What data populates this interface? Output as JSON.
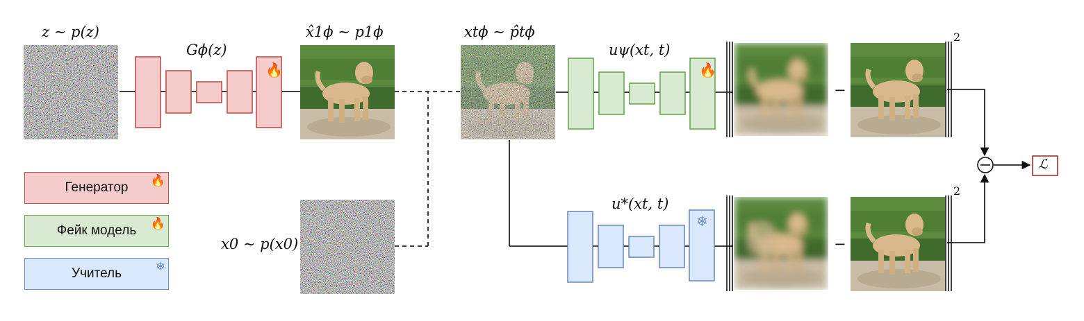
{
  "labels": {
    "z_prior": "z ∼ p(z)",
    "generator_fn": "Gϕ(z)",
    "generated_sample": "x̂1ϕ ∼ p1ϕ",
    "noisy_sample": "xtϕ ∼ p̂tϕ",
    "fake_model_fn": "uψ(xt, t)",
    "teacher_fn": "u*(xt, t)",
    "x0_prior": "x0 ∼ p(x0)",
    "minus_top": "−",
    "minus_bottom": "−",
    "exponent_top": "2",
    "exponent_bottom": "2",
    "loss": "ℒ"
  },
  "legend": [
    {
      "label": "Генератор",
      "icon": "fire-icon",
      "fill": "#f4cccc",
      "border": "#c0504d"
    },
    {
      "label": "Фейк модель",
      "icon": "fire-icon",
      "fill": "#d9ead3",
      "border": "#6aa84f"
    },
    {
      "label": "Учитель",
      "icon": "snowflake-icon",
      "fill": "#dae8fc",
      "border": "#6c8ebf"
    }
  ],
  "colors": {
    "generator_fill": "#f4cccc",
    "generator_border": "#c0504d",
    "fake_fill": "#d9ead3",
    "fake_border": "#6aa84f",
    "teacher_fill": "#dae8fc",
    "teacher_border": "#6c8ebf",
    "loss_border": "#a03030"
  }
}
